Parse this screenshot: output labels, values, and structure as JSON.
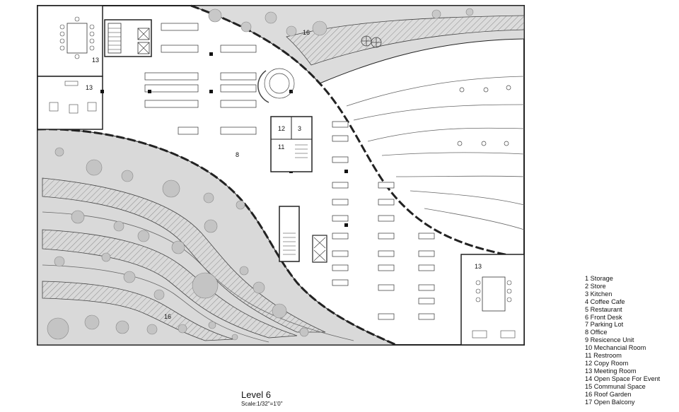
{
  "drawing": {
    "title": "Level 6",
    "scale": "Scale:1/32\"=1'0\""
  },
  "legend": [
    "1 Storage",
    "2 Store",
    "3 Kitchen",
    "4 Coffee Cafe",
    "5 Restaurant",
    "6 Front Desk",
    "7 Parking Lot",
    "8 Office",
    "9 Resicence Unit",
    "10 Mechancial Room",
    "11 Restroom",
    "12 Copy Room",
    "13 Meeting Room",
    "14 Open Space For Event",
    "15 Communal Space",
    "16 Roof Garden",
    "17 Open Balcony"
  ],
  "room_labels": {
    "meeting_room_top": "13",
    "meeting_room_left": "13",
    "meeting_room_right": "13",
    "roof_garden_top": "16",
    "roof_garden_bottom": "16",
    "office": "8",
    "copy_room": "12",
    "kitchen": "3",
    "restroom": "11"
  },
  "colors": {
    "garden_fill": "#d9d9d9",
    "walls": "#222222",
    "linework": "#555555",
    "background": "#ffffff"
  }
}
